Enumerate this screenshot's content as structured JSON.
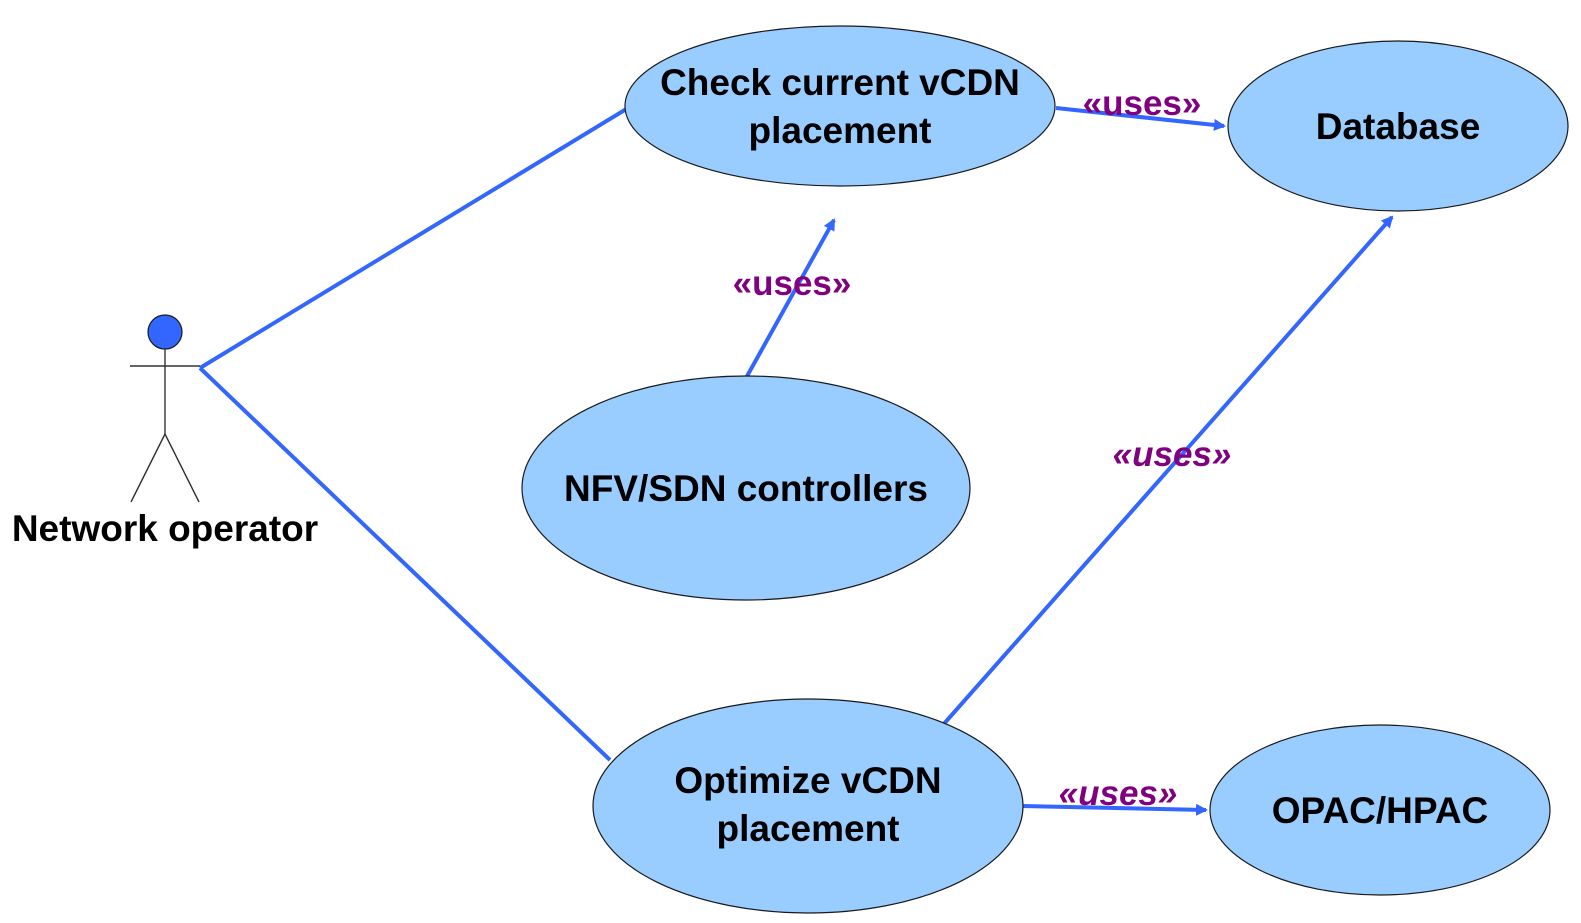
{
  "actor": {
    "label": "Network operator"
  },
  "use_cases": {
    "check": {
      "line1": "Check current vCDN",
      "line2": "placement"
    },
    "database": {
      "label": "Database"
    },
    "controllers": {
      "label": "NFV/SDN controllers"
    },
    "optimize": {
      "line1": "Optimize vCDN",
      "line2": "placement"
    },
    "opac": {
      "label": "OPAC/HPAC"
    }
  },
  "relations": {
    "check_to_database": "«uses»",
    "controllers_to_check": "«uses»",
    "optimize_to_database": "«uses»",
    "optimize_to_opac": "«uses»"
  },
  "colors": {
    "use_case_fill": "#99ccff",
    "connector": "#3366ff",
    "stereotype": "#800080",
    "actor_head": "#3366ff"
  }
}
